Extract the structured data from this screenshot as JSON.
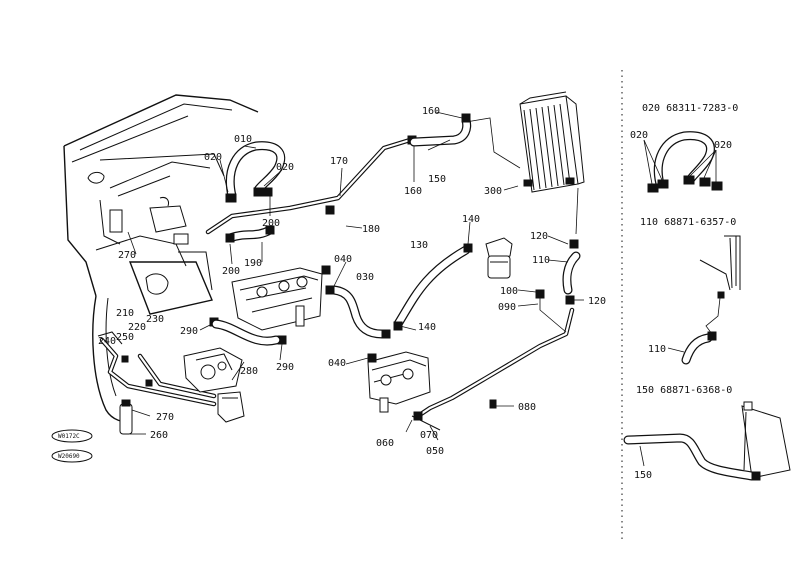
{
  "callouts": {
    "c010": "010",
    "c020a": "020",
    "c020b": "020",
    "c030": "030",
    "c040a": "040",
    "c040b": "040",
    "c060": "060",
    "c070": "070",
    "c050": "050",
    "c080": "080",
    "c090": "090",
    "c100": "100",
    "c110": "110",
    "c120a": "120",
    "c120b": "120",
    "c130": "130",
    "c140a": "140",
    "c140b": "140",
    "c150": "150",
    "c160a": "160",
    "c160b": "160",
    "c170": "170",
    "c180": "180",
    "c190": "190",
    "c200a": "200",
    "c200b": "200",
    "c210": "210",
    "c220": "220",
    "c230": "230",
    "c240": "240",
    "c250": "250",
    "c260": "260",
    "c270a": "270",
    "c270b": "270",
    "c280": "280",
    "c290a": "290",
    "c290b": "290",
    "c300": "300"
  },
  "stamps": {
    "top": "W0172C",
    "bottom": "W20690"
  },
  "detail_panel": {
    "kit_020_label": "020  68311-7283-0",
    "kit_020_c1": "020",
    "kit_020_c2": "020",
    "kit_110_label": "110  68871-6357-0",
    "kit_110_callout": "110",
    "kit_150_label": "150  68871-6368-0",
    "kit_150_callout": "150"
  }
}
